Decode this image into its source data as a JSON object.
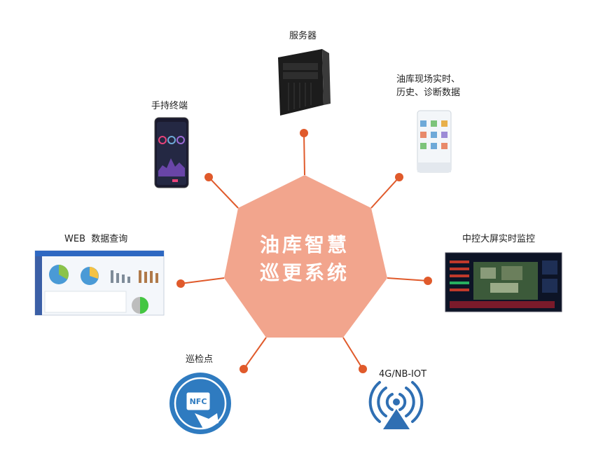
{
  "center": {
    "line1": "油库智慧",
    "line2": "巡更系统",
    "color": "#f2a58d"
  },
  "spoke_color": "#e05a2b",
  "nodes": {
    "server": {
      "label": "服务器",
      "icon": "server-tower-icon"
    },
    "data": {
      "label_line1": "油库现场实时、",
      "label_line2": "历史、诊断数据",
      "icon": "tablet-app-icon"
    },
    "screen": {
      "label": "中控大屏实时监控",
      "icon": "dashboard-screen-icon"
    },
    "iot": {
      "label": "4G/NB-IOT",
      "icon": "wireless-signal-icon"
    },
    "nfc": {
      "label": "巡检点",
      "badge": "NFC",
      "icon": "nfc-tag-icon"
    },
    "web": {
      "label": "WEB  数据查询",
      "icon": "web-dashboard-icon"
    },
    "handheld": {
      "label": "手持终端",
      "icon": "smartphone-icon"
    }
  }
}
